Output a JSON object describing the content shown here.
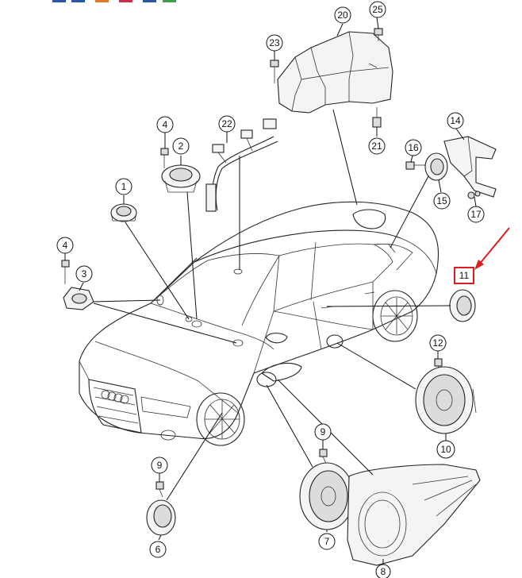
{
  "diagram": {
    "callouts": [
      "1",
      "2",
      "3",
      "4",
      "4",
      "6",
      "7",
      "8",
      "9",
      "9",
      "10",
      "11",
      "12",
      "14",
      "15",
      "16",
      "17",
      "20",
      "21",
      "22",
      "23",
      "25"
    ],
    "highlighted_callout": "11",
    "highlight_color": "#d81e1e",
    "line_color": "#222222",
    "topbar_colors": [
      "#2b55a6",
      "#2b55a6",
      "#e07a2a",
      "#c7304a",
      "#2b55a6",
      "#3aa14a"
    ]
  }
}
